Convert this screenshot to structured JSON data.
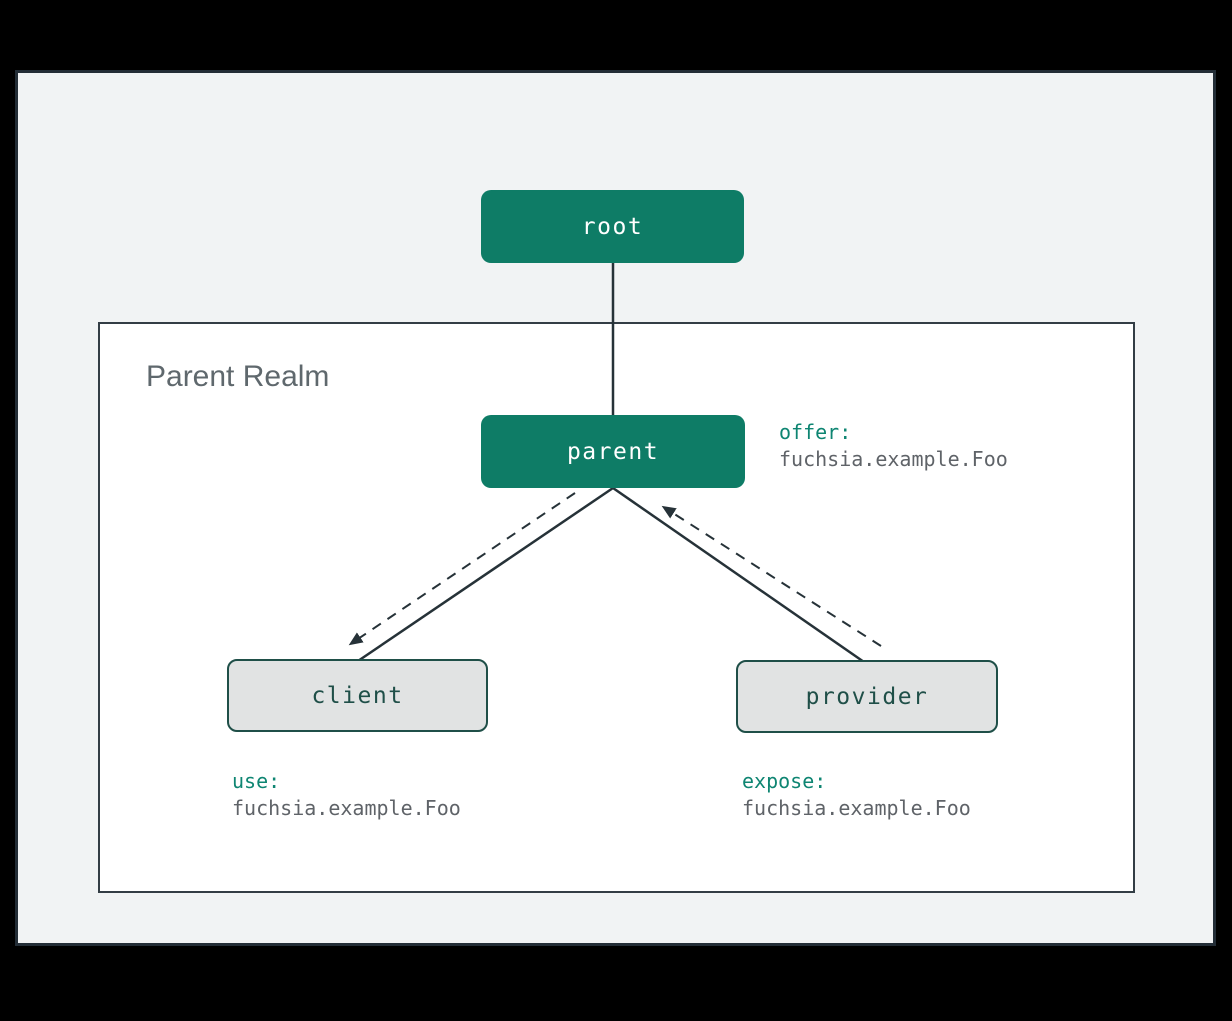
{
  "diagram": {
    "realm_label": "Parent Realm",
    "nodes": {
      "root": {
        "label": "root"
      },
      "parent": {
        "label": "parent"
      },
      "client": {
        "label": "client"
      },
      "provider": {
        "label": "provider"
      }
    },
    "annotations": {
      "offer": {
        "keyword": "offer:",
        "value": "fuchsia.example.Foo"
      },
      "use": {
        "keyword": "use:",
        "value": "fuchsia.example.Foo"
      },
      "expose": {
        "keyword": "expose:",
        "value": "fuchsia.example.Foo"
      }
    },
    "edges": [
      {
        "from": "root",
        "to": "parent",
        "style": "solid",
        "arrow": "none"
      },
      {
        "from": "parent",
        "to": "client",
        "style": "solid",
        "arrow": "none"
      },
      {
        "from": "parent",
        "to": "provider",
        "style": "solid",
        "arrow": "none"
      },
      {
        "from": "parent",
        "to": "client",
        "style": "dashed",
        "arrow": "to",
        "meaning": "offer capability route"
      },
      {
        "from": "provider",
        "to": "parent",
        "style": "dashed",
        "arrow": "to",
        "meaning": "expose capability route"
      }
    ],
    "colors": {
      "page_bg": "#000000",
      "panel_bg": "#f1f3f4",
      "panel_border": "#232d36",
      "realm_bg": "#ffffff",
      "realm_border": "#333d45",
      "realm_label": "#5f686d",
      "node_fill": "#0e7c66",
      "node_text": "#ffffff",
      "leaf_fill": "#e1e3e3",
      "leaf_border": "#1f4f48",
      "leaf_text": "#1f4f48",
      "keyword_color": "#0e8572",
      "value_color": "#5f6368",
      "line_color": "#263238"
    }
  }
}
